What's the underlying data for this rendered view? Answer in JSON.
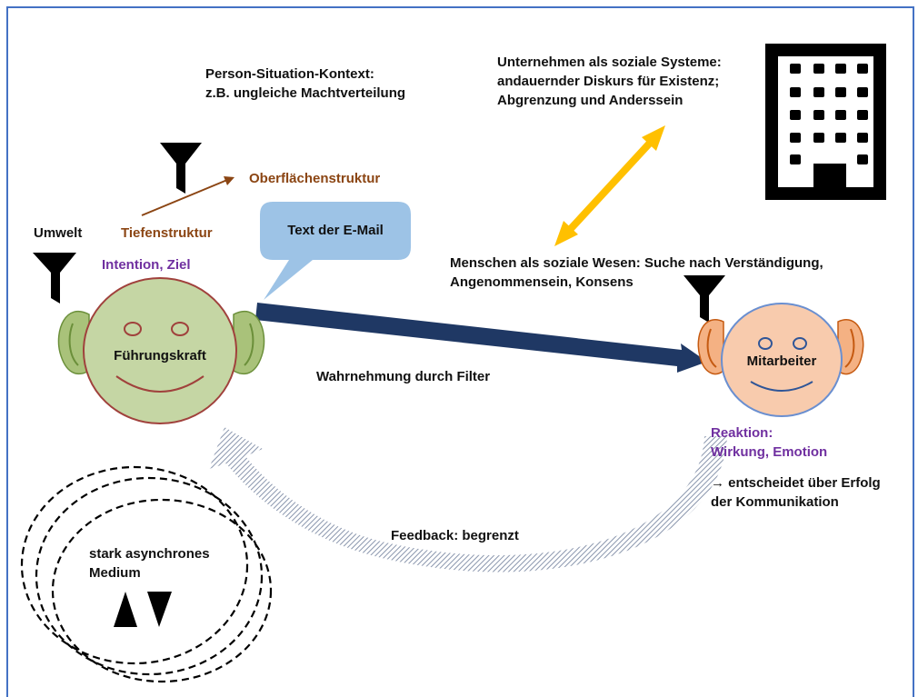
{
  "labels": {
    "person_kontext": "Person-Situation-Kontext:\nz.B. ungleiche Machtverteilung",
    "unternehmen": "Unternehmen als soziale Systeme:\nandauernder Diskurs für Existenz;\nAbgrenzung und Anderssein",
    "oberflaeche": "Oberflächenstruktur",
    "tiefe": "Tiefenstruktur",
    "umwelt": "Umwelt",
    "intention": "Intention, Ziel",
    "email_text": "Text der E-Mail",
    "menschen": "Menschen als soziale Wesen: Suche nach Verständigung,\nAngenommensein, Konsens",
    "fuehrungskraft": "Führungskraft",
    "mitarbeiter": "Mitarbeiter",
    "wahrnehmung": "Wahrnehmung durch Filter",
    "reaktion": "Reaktion:\nWirkung, Emotion",
    "erfolg": "→ entscheidet über Erfolg\nder Kommunikation",
    "feedback": "Feedback: begrenzt",
    "medium": "stark asynchrones\nMedium"
  },
  "colors": {
    "border": "#4472c4",
    "leader_face": "#c5d6a4",
    "leader_outline": "#a0413c",
    "employee_face": "#f8cbad",
    "employee_outline": "#6a8fd0",
    "main_arrow": "#1f3864",
    "double_arrow": "#ffc000",
    "bubble": "#9dc3e6",
    "purple": "#7030a0",
    "brown": "#8b4513"
  },
  "icons": [
    "funnel-icon",
    "building-icon",
    "triangle-up-icon",
    "triangle-down-icon"
  ]
}
